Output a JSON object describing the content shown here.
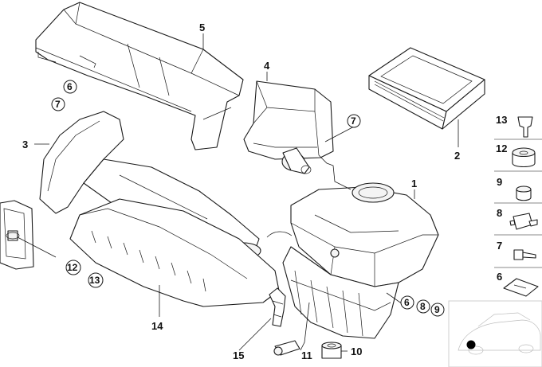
{
  "callouts": {
    "c1": "1",
    "c2": "2",
    "c3": "3",
    "c4": "4",
    "c5": "5",
    "c6a": "6",
    "c7a": "7",
    "c7b": "7",
    "c12a": "12",
    "c13a": "13",
    "c14": "14",
    "c15": "15",
    "c11": "11",
    "c10": "10",
    "c6b": "6",
    "c8b": "8",
    "c9b": "9",
    "side13": "13",
    "side12": "12",
    "side9": "9",
    "side8": "8",
    "side7": "7",
    "side6": "6"
  }
}
